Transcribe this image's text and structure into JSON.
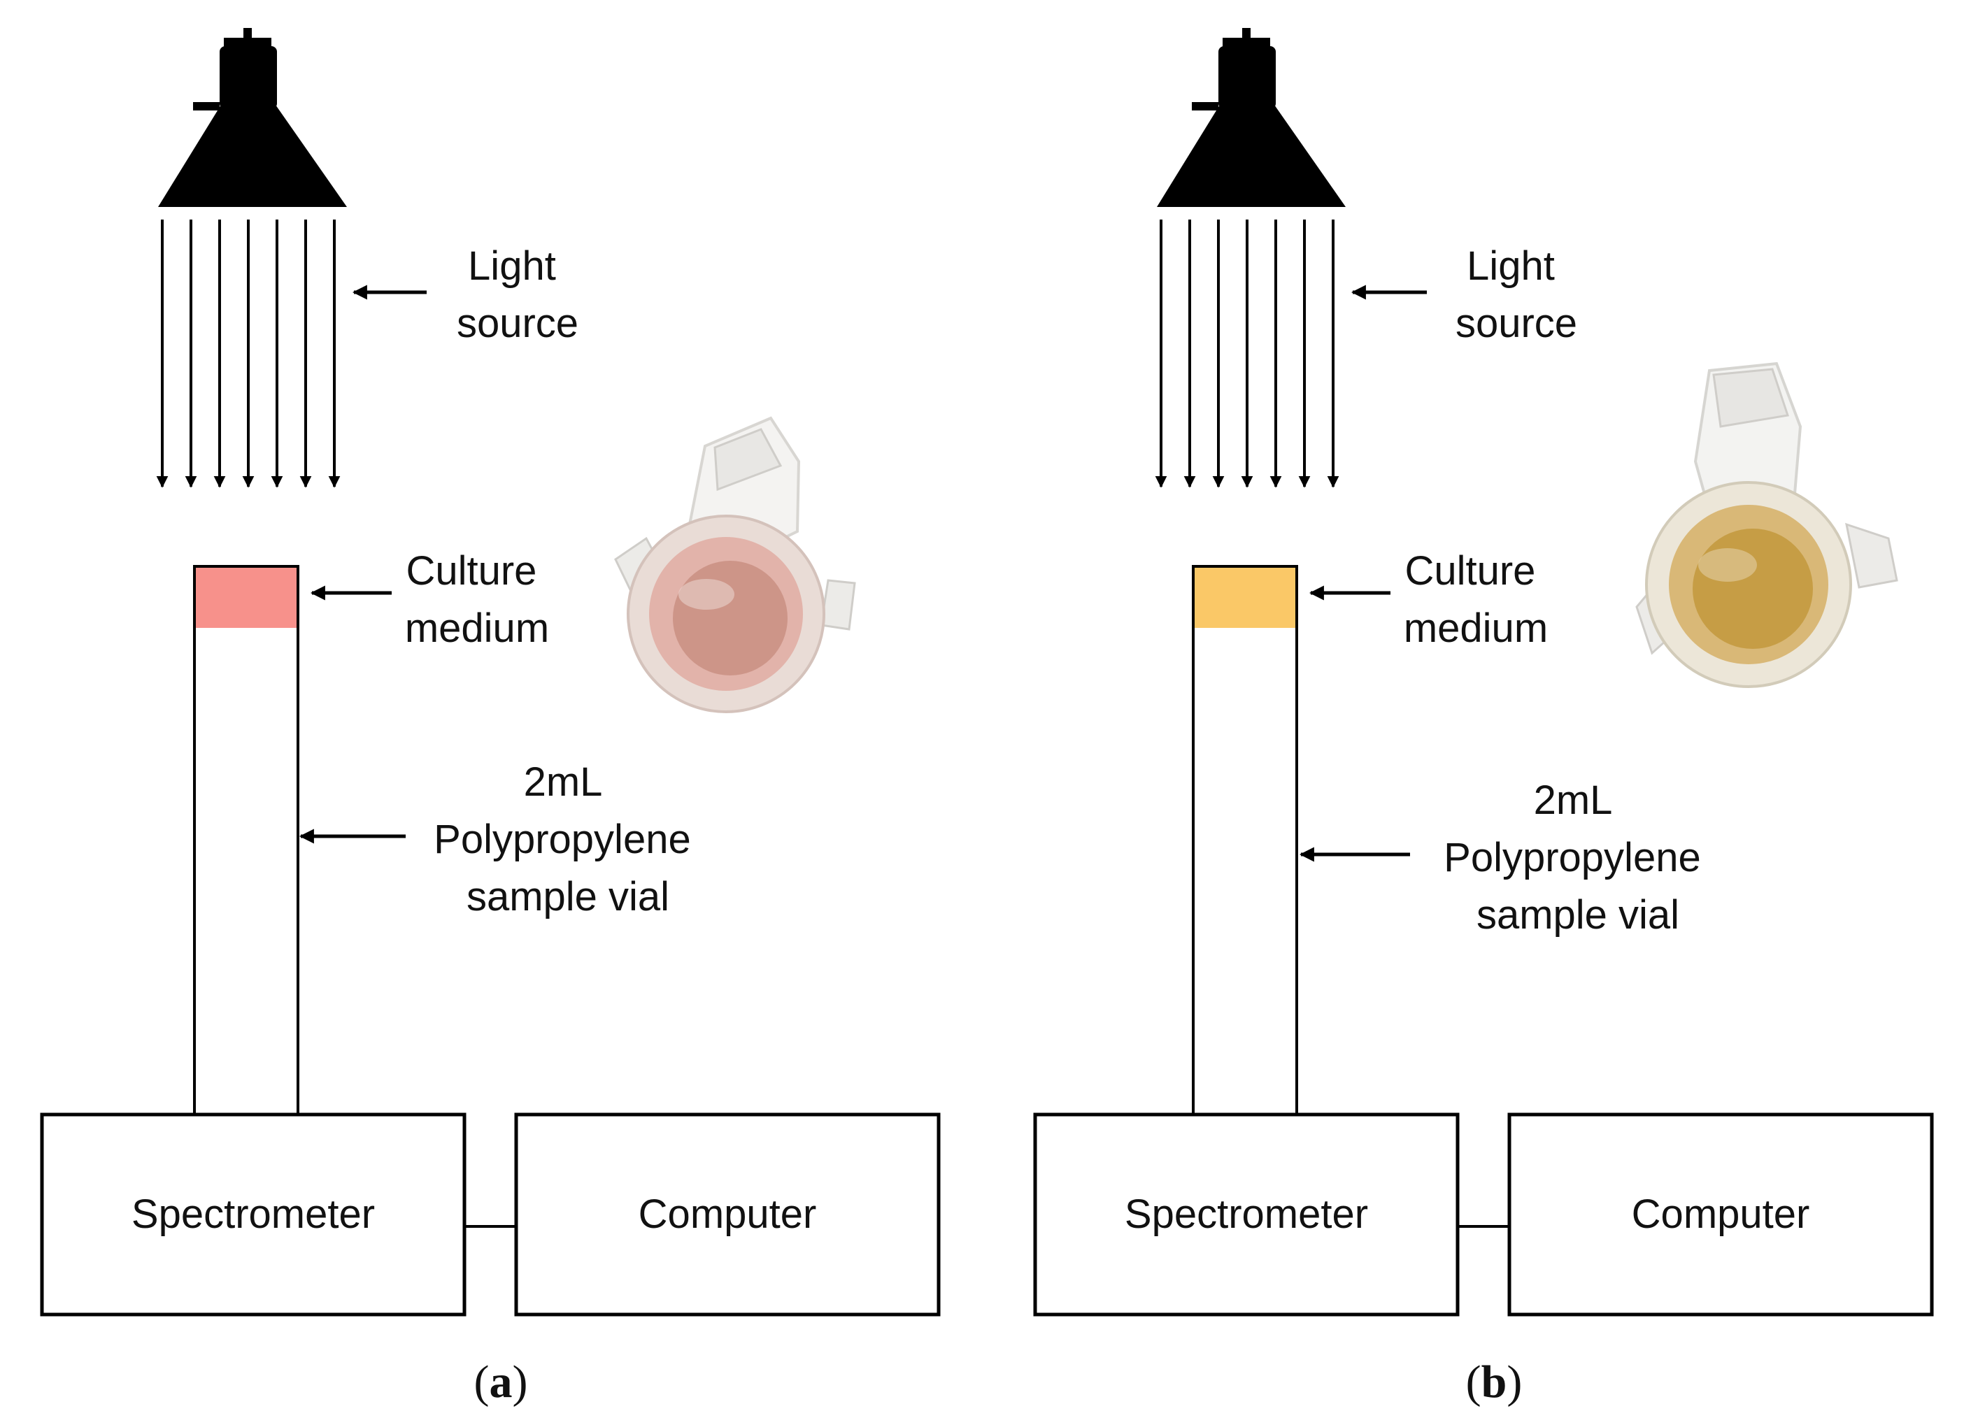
{
  "panels": [
    {
      "id": "a",
      "labels": {
        "light_source": [
          "Light",
          "source"
        ],
        "culture_medium": [
          "Culture",
          "medium"
        ],
        "vial": [
          "2mL",
          "Polypropylene",
          "sample vial"
        ],
        "spectrometer": "Spectrometer",
        "computer": "Computer"
      },
      "caption": {
        "open": "(",
        "letter": "a",
        "close": ")"
      },
      "medium_color": "#f7918b",
      "photo": {
        "rim": "#e9dcd6",
        "cup": "#e2b3aa",
        "liquid": "#c98f83"
      }
    },
    {
      "id": "b",
      "labels": {
        "light_source": [
          "Light",
          "source"
        ],
        "culture_medium": [
          "Culture",
          "medium"
        ],
        "vial": [
          "2mL",
          "Polypropylene",
          "sample vial"
        ],
        "spectrometer": "Spectrometer",
        "computer": "Computer"
      },
      "caption": {
        "open": "(",
        "letter": "b",
        "close": ")"
      },
      "medium_color": "#fac867",
      "photo": {
        "rim": "#ece6d8",
        "cup": "#d9b877",
        "liquid": "#c39a3f"
      }
    }
  ]
}
